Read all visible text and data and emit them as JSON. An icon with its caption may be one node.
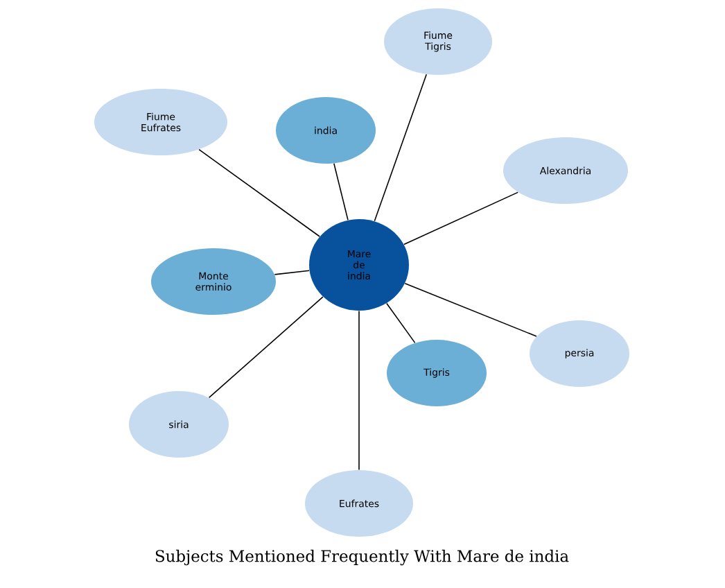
{
  "diagram": {
    "title": "Subjects Mentioned Frequently With Mare de india",
    "nodes": [
      {
        "text": [
          "Mare de india"
        ]
      },
      {
        "text": [
          "Fiume Tigris"
        ]
      },
      {
        "text": [
          "Fiume Eufrates"
        ]
      },
      {
        "text": [
          "india"
        ]
      },
      {
        "text": [
          "Alexandria"
        ]
      },
      {
        "text": [
          "Monte erminio"
        ]
      },
      {
        "text": [
          "Tigris"
        ]
      },
      {
        "text": [
          "persia"
        ]
      },
      {
        "text": [
          "siria"
        ]
      },
      {
        "text": [
          "Eufrates"
        ]
      }
    ],
    "edges": [
      {
        "from": 0,
        "to": 1,
        "arrow": "none"
      },
      {
        "from": 0,
        "to": 2,
        "arrow": "none"
      },
      {
        "from": 0,
        "to": 3,
        "arrow": "none"
      },
      {
        "from": 0,
        "to": 4,
        "arrow": "none"
      },
      {
        "from": 0,
        "to": 5,
        "arrow": "none"
      },
      {
        "from": 0,
        "to": 6,
        "arrow": "none"
      },
      {
        "from": 0,
        "to": 7,
        "arrow": "none"
      },
      {
        "from": 0,
        "to": 8,
        "arrow": "none"
      },
      {
        "from": 0,
        "to": 9,
        "arrow": "none"
      }
    ]
  }
}
